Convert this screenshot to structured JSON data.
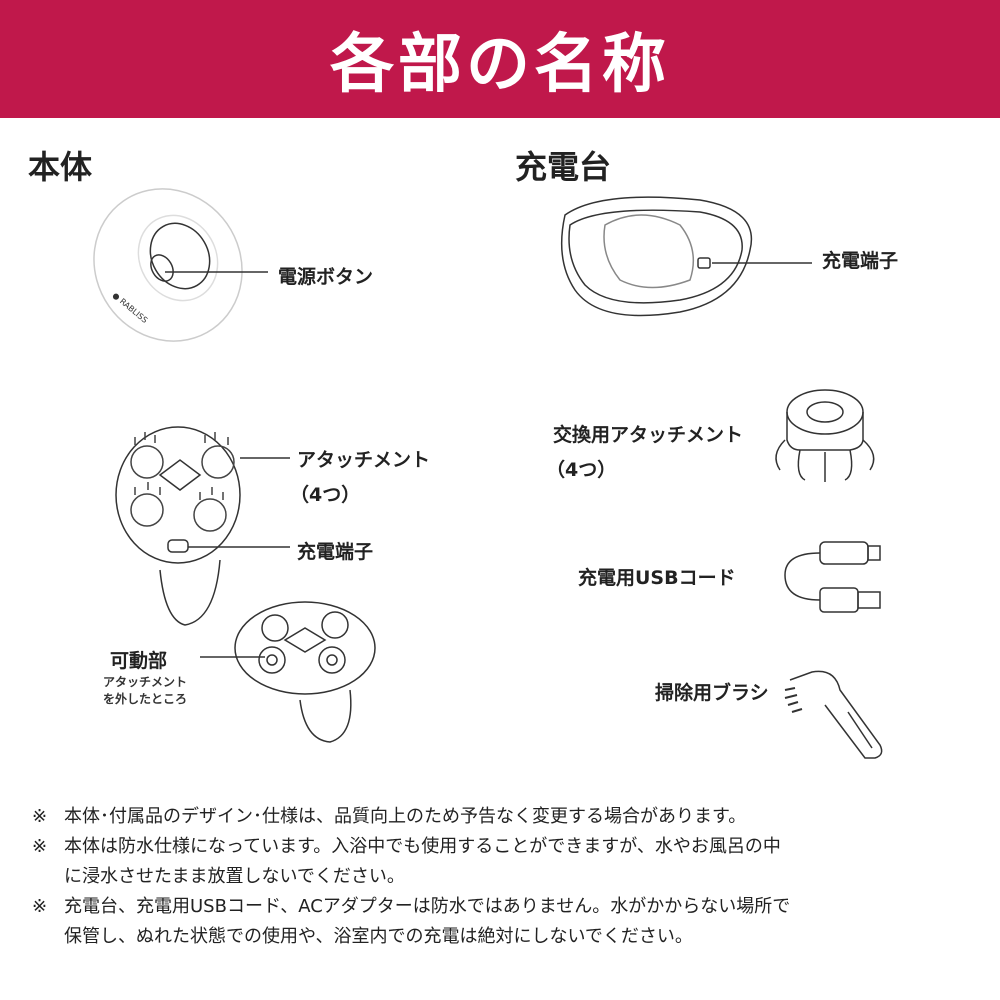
{
  "header": {
    "title": "各部の名称"
  },
  "body_section": {
    "title": "本体",
    "brand": "RABLISS",
    "labels": {
      "power_button": "電源ボタン",
      "attachment": "アタッチメント",
      "attachment_count": "（4つ）",
      "charge_terminal": "充電端子",
      "movable_part": "可動部",
      "movable_note_1": "アタッチメント",
      "movable_note_2": "を外したところ"
    }
  },
  "charger_section": {
    "title": "充電台",
    "labels": {
      "charge_terminal": "充電端子",
      "replacement_attachment": "交換用アタッチメント",
      "replacement_count": "（4つ）",
      "usb_cord": "充電用USBコード",
      "brush": "掃除用ブラシ"
    }
  },
  "notes": {
    "mark": "※",
    "items": [
      {
        "lines": [
          "本体･付属品のデザイン･仕様は、品質向上のため予告なく変更する場合があります。"
        ]
      },
      {
        "lines": [
          "本体は防水仕様になっています。入浴中でも使用することができますが、水やお風呂の中",
          "に浸水させたまま放置しないでください。"
        ]
      },
      {
        "lines": [
          "充電台、充電用USBコード、ACアダプターは防水ではありません。水がかからない場所で",
          "保管し、ぬれた状態での使用や、浴室内での充電は絶対にしないでください。"
        ]
      }
    ]
  },
  "colors": {
    "header_bg": "#c0184b",
    "header_text": "#ffffff"
  }
}
